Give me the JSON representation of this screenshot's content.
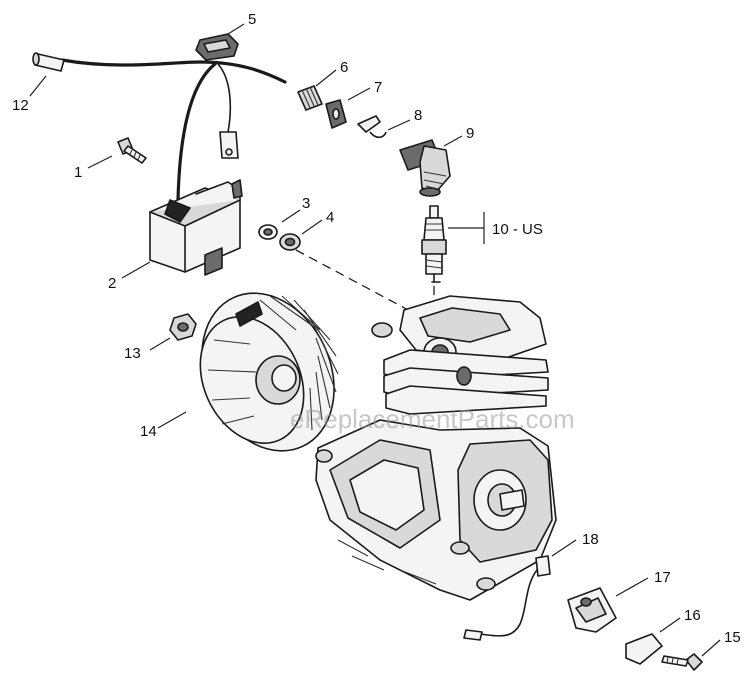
{
  "watermark": "eReplacementParts.com",
  "callouts": [
    {
      "id": "1",
      "text": "1"
    },
    {
      "id": "2",
      "text": "2"
    },
    {
      "id": "3",
      "text": "3"
    },
    {
      "id": "4",
      "text": "4"
    },
    {
      "id": "5",
      "text": "5"
    },
    {
      "id": "6",
      "text": "6"
    },
    {
      "id": "7",
      "text": "7"
    },
    {
      "id": "8",
      "text": "8"
    },
    {
      "id": "9",
      "text": "9"
    },
    {
      "id": "10",
      "text": "10 - US"
    },
    {
      "id": "12",
      "text": "12"
    },
    {
      "id": "13",
      "text": "13"
    },
    {
      "id": "14",
      "text": "14"
    },
    {
      "id": "15",
      "text": "15"
    },
    {
      "id": "16",
      "text": "16"
    },
    {
      "id": "17",
      "text": "17"
    },
    {
      "id": "18",
      "text": "18"
    }
  ]
}
